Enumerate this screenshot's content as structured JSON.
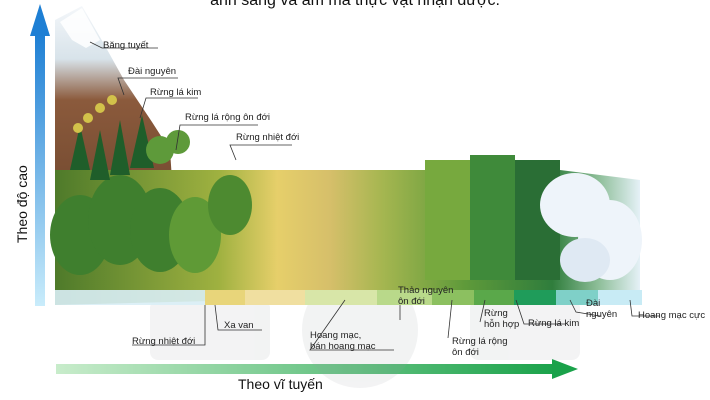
{
  "caption": "ánh sáng và ẩm mà thực vật nhận được.",
  "axes": {
    "vertical": "Theo độ cao",
    "horizontal": "Theo vĩ tuyến"
  },
  "altitude_labels": [
    "Băng tuyết",
    "Đài nguyên",
    "Rừng lá kim",
    "Rừng lá rộng ôn đới",
    "Rừng nhiệt đới"
  ],
  "latitude_labels": {
    "rung_nhiet_doi": "Rừng nhiệt đới",
    "xa_van": "Xa van",
    "hoang_mac_1": "Hoang mạc,",
    "hoang_mac_2": "bán hoang mạc",
    "thao_nguyen_1": "Thảo nguyên",
    "thao_nguyen_2": "ôn đới",
    "la_rong_1": "Rừng lá rộng",
    "la_rong_2": "ôn đới",
    "hon_hop_1": "Rừng",
    "hon_hop_2": "hỗn hợp",
    "la_kim": "Rừng lá kim",
    "dai_nguyen_1": "Đài",
    "dai_nguyen_2": "nguyên",
    "hoang_mac_cuc": "Hoang mạc cực"
  },
  "colors": {
    "vertical_axis": "#1e88d9",
    "horizontal_axis": "#2fb24a"
  }
}
